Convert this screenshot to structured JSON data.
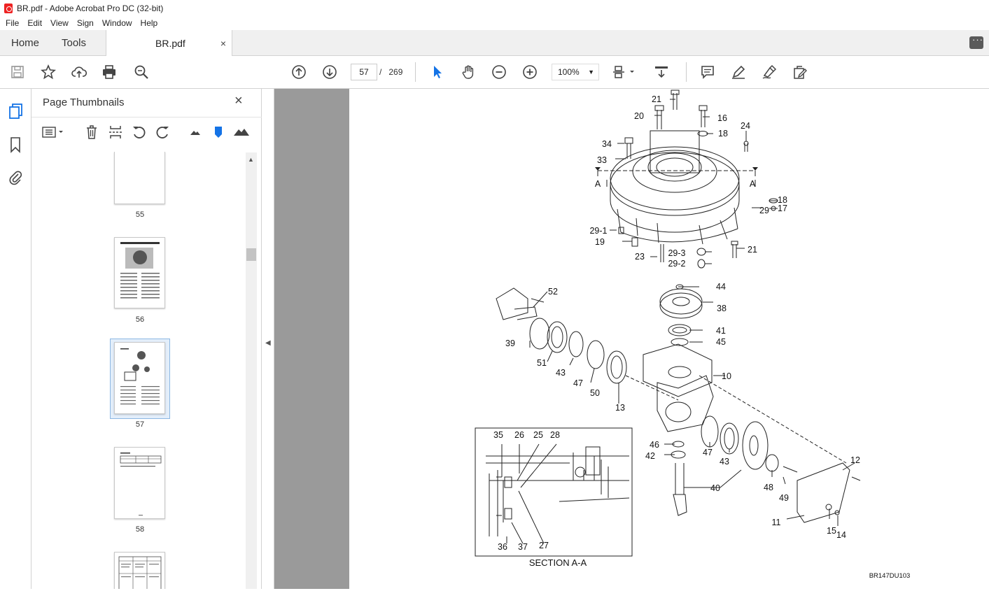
{
  "window": {
    "title": "BR.pdf - Adobe Acrobat Pro DC (32-bit)"
  },
  "menu": [
    "File",
    "Edit",
    "View",
    "Sign",
    "Window",
    "Help"
  ],
  "tabs": {
    "home": "Home",
    "tools": "Tools",
    "document": "BR.pdf",
    "close": "×"
  },
  "toolbar": {
    "current_page": "57",
    "page_separator": "/",
    "total_pages": "269",
    "zoom": "100%"
  },
  "panel": {
    "title": "Page Thumbnails",
    "close": "×"
  },
  "thumbnails": [
    {
      "label": "55"
    },
    {
      "label": "56"
    },
    {
      "label": "57",
      "selected": true
    },
    {
      "label": "58"
    }
  ],
  "drawing": {
    "part_numbers": [
      "21",
      "20",
      "16",
      "18",
      "24",
      "34",
      "33",
      "A",
      "A",
      "18",
      "17",
      "29",
      "29-1",
      "19",
      "23",
      "29-3",
      "29-2",
      "21",
      "52",
      "44",
      "38",
      "39",
      "41",
      "45",
      "51",
      "43",
      "47",
      "50",
      "10",
      "13",
      "35",
      "26",
      "25",
      "28",
      "46",
      "42",
      "47",
      "43",
      "12",
      "40",
      "48",
      "49",
      "11",
      "15",
      "14",
      "36",
      "37",
      "27"
    ],
    "section_caption": "SECTION A-A",
    "drawing_code": "BR147DU103"
  },
  "colors": {
    "accent": "#1473e6",
    "viewer_bg": "#9a9a9a",
    "selection": "#8db8e3"
  }
}
